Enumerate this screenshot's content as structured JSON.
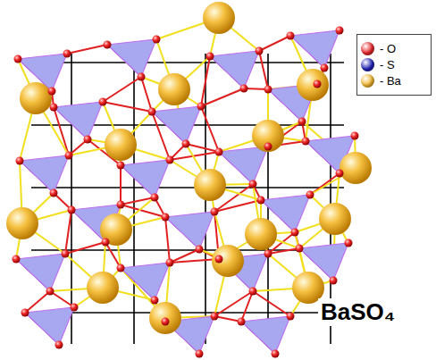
{
  "diagram": {
    "labels": [
      "BaSO₄"
    ],
    "legend": [
      {
        "text": "- O",
        "color": "#e8262a"
      },
      {
        "text": "- S",
        "color": "#2222b8"
      },
      {
        "text": "- Ba",
        "color": "#f2b630"
      }
    ]
  }
}
